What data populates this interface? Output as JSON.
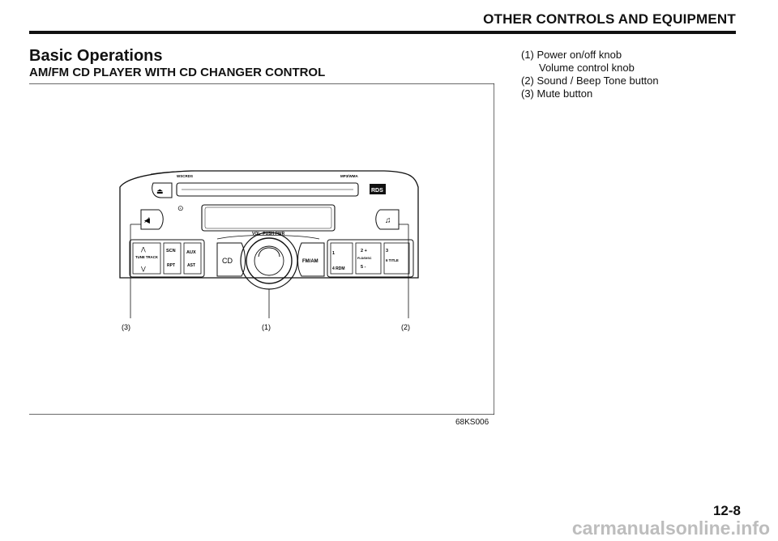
{
  "header": {
    "section_title": "OTHER CONTROLS AND EQUIPMENT"
  },
  "heading": "Basic Operations",
  "subheading": "AM/FM CD PLAYER WITH CD CHANGER CONTROL",
  "figure": {
    "code": "68KS006",
    "unit_labels": {
      "top_left": "WSCRDS",
      "top_right": "MP3/WMA",
      "rds": "RDS",
      "cd_symbol": "⊙",
      "vol_pwr": "VOL ·PUSH PWR",
      "mute_icon": "◀̸",
      "sound_icon": "♫",
      "eject_icon": "⏏",
      "tune_track": "TUNE TRACK",
      "scn": "SCN",
      "rpt": "RPT",
      "aux": "AUX",
      "ast": "AST",
      "cd": "CD",
      "fm_am": "FM/AM",
      "preset_1": "1",
      "preset_2": "2 +",
      "folder_disc": "FLD/DISC",
      "preset_3": "3",
      "preset_4": "4 RDM",
      "preset_5": "5 -",
      "preset_6": "6 TITLE"
    },
    "callouts": {
      "c3": "(3)",
      "c1": "(1)",
      "c2": "(2)"
    }
  },
  "legend": [
    {
      "id": "(1)",
      "lines": [
        "Power on/off knob",
        "Volume control knob"
      ]
    },
    {
      "id": "(2)",
      "lines": [
        "Sound / Beep Tone button"
      ]
    },
    {
      "id": "(3)",
      "lines": [
        "Mute button"
      ]
    }
  ],
  "page_number": "12-8",
  "watermark": "carmanualsonline.info"
}
